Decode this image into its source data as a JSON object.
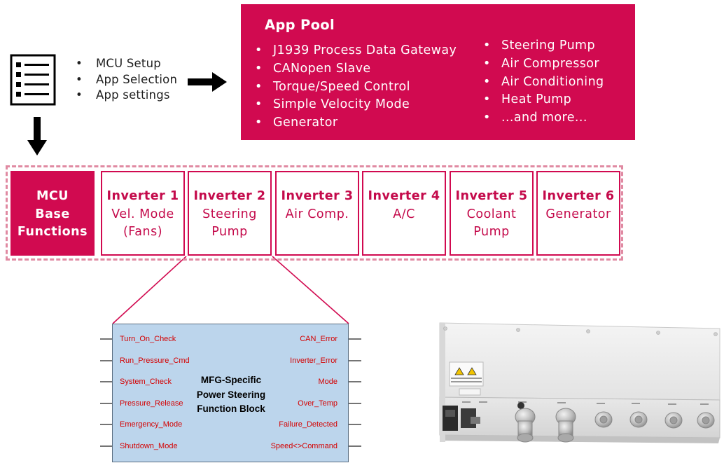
{
  "setup": {
    "items": [
      "MCU Setup",
      "App Selection",
      "App settings"
    ]
  },
  "app_pool": {
    "title": "App Pool",
    "left_items": [
      "J1939 Process Data Gateway",
      "CANopen Slave",
      "Torque/Speed Control",
      "Simple Velocity Mode",
      "Generator"
    ],
    "right_items": [
      "Steering Pump",
      "Air Compressor",
      "Air Conditioning",
      "Heat Pump",
      "...and more..."
    ]
  },
  "modules": [
    {
      "lines": [
        "MCU",
        "Base",
        "Functions"
      ]
    },
    {
      "name": "Inverter 1",
      "lines": [
        "Vel. Mode",
        "(Fans)"
      ]
    },
    {
      "name": "Inverter 2",
      "lines": [
        "Steering",
        "Pump"
      ]
    },
    {
      "name": "Inverter 3",
      "lines": [
        "Air Comp."
      ]
    },
    {
      "name": "Inverter 4",
      "lines": [
        "A/C"
      ]
    },
    {
      "name": "Inverter 5",
      "lines": [
        "Coolant",
        "Pump"
      ]
    },
    {
      "name": "Inverter 6",
      "lines": [
        "Generator"
      ]
    }
  ],
  "function_block": {
    "title": "MFG-Specific Power Steering Function Block",
    "inputs": [
      "Turn_On_Check",
      "Run_Pressure_Cmd",
      "System_Check",
      "Pressure_Release",
      "Emergency_Mode",
      "Shutdown_Mode"
    ],
    "outputs": [
      "CAN_Error",
      "Inverter_Error",
      "Mode",
      "Over_Temp",
      "Failure_Detected",
      "Speed<>Command"
    ]
  },
  "colors": {
    "brand": "#d10a50",
    "dashed_border": "#e08aa2",
    "block_fill": "#bcd5ec",
    "signal_text": "#d40000"
  }
}
